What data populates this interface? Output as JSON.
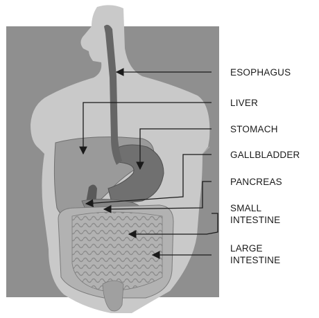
{
  "labels": {
    "esophagus": "ESOPHAGUS",
    "liver": "LIVER",
    "stomach": "STOMACH",
    "gallbladder": "GALLBLADDER",
    "pancreas": "PANCREAS",
    "small_intestine": [
      "SMALL",
      "INTESTINE"
    ],
    "large_intestine": [
      "LARGE",
      "INTESTINE"
    ]
  },
  "colors": {
    "background_panel": "#8f8f8f",
    "body": "#c9c9c9",
    "esophagus": "#666666",
    "liver": "#9a9a9a",
    "stomach": "#707070",
    "intestine": "#b2b2b2",
    "leader_line": "#1a1a1a"
  }
}
